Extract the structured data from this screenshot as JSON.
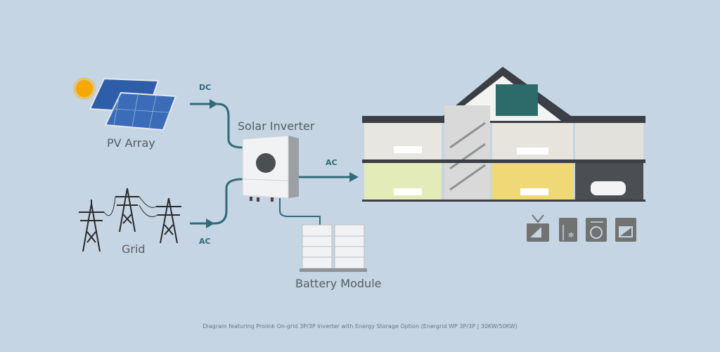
{
  "labels": {
    "pv_array": "PV Array",
    "grid": "Grid",
    "solar_inverter": "Solar Inverter",
    "battery_module": "Battery Module",
    "dc": "DC",
    "ac_grid": "AC",
    "ac_out": "AC"
  },
  "caption": "Diagram featuring Prolink On-grid 3P/3P Inverter with Energy Storage Option (Energrid WP 3P/3P | 30KW/50KW)",
  "appliances": [
    "tv-icon",
    "fridge-icon",
    "washing-machine-icon",
    "oven-icon"
  ],
  "colors": {
    "background": "#c6d5e3",
    "line": "#2e6b78",
    "icon": "#707372"
  }
}
